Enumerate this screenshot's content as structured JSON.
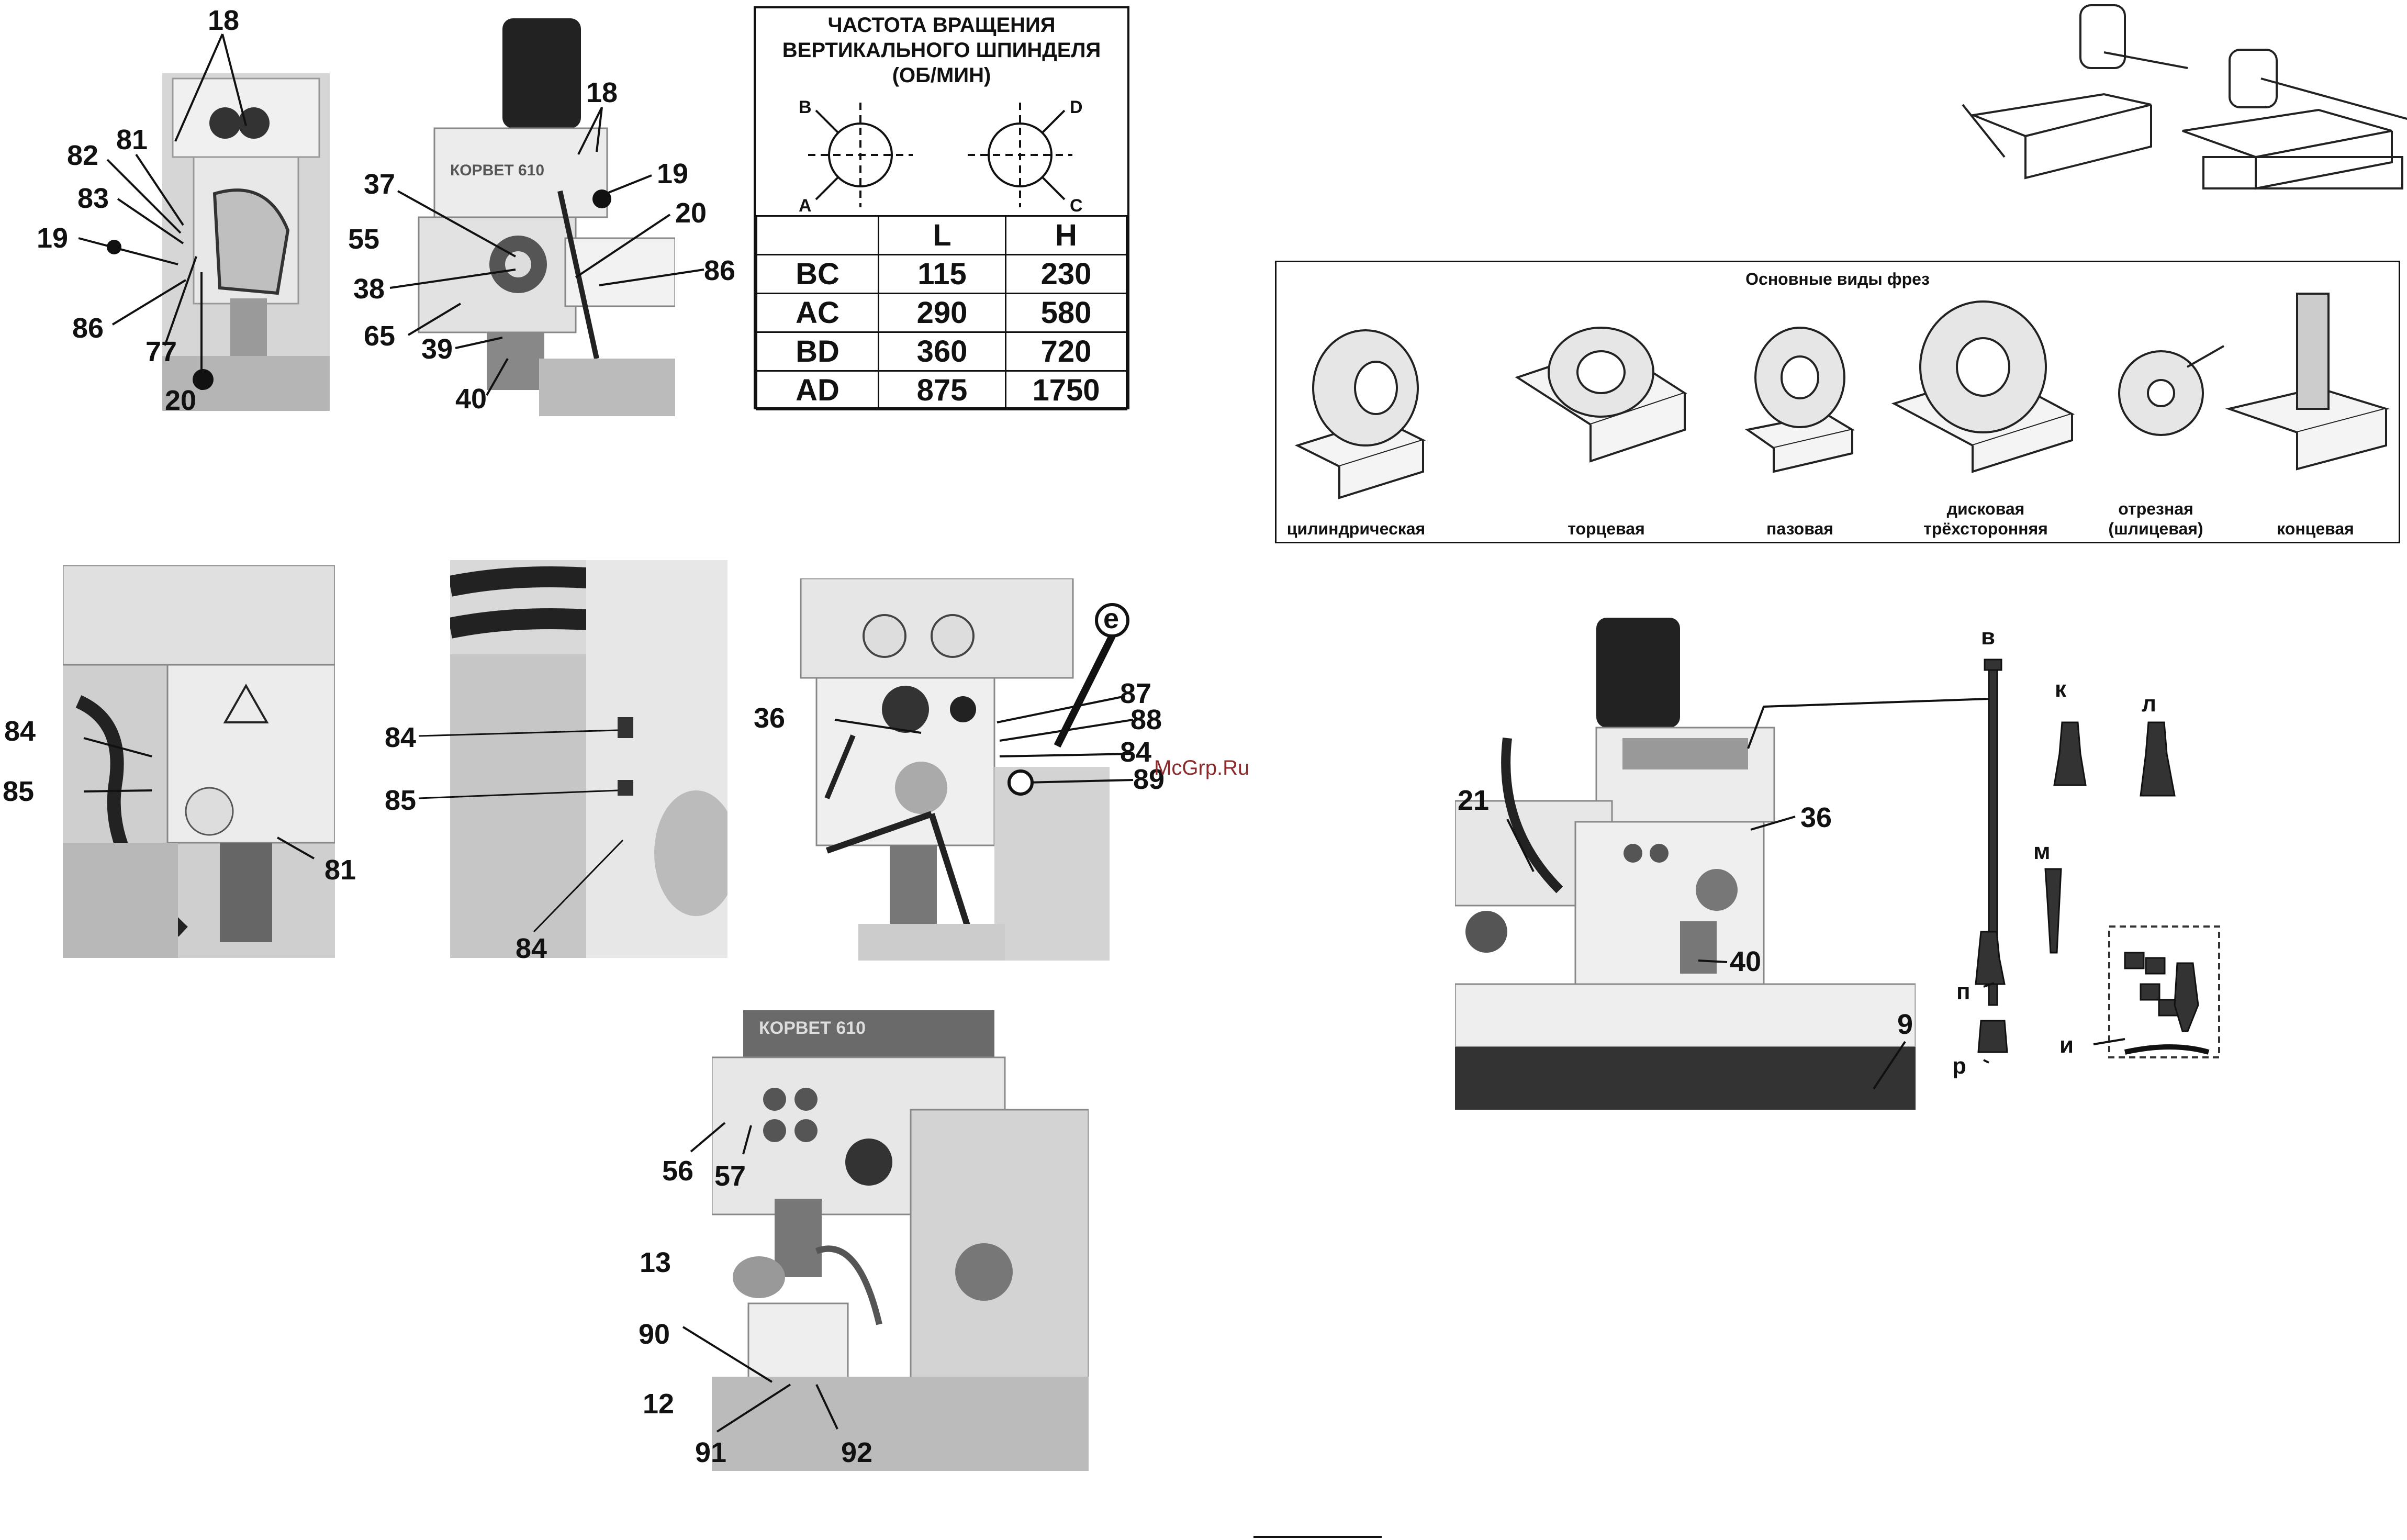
{
  "fig1": {
    "labels": {
      "l18": "18",
      "l81": "81",
      "l82": "82",
      "l83": "83",
      "l19": "19",
      "l86": "86",
      "l77": "77",
      "l20": "20"
    }
  },
  "fig2": {
    "brand": "КОРВЕТ 610",
    "labels": {
      "l18": "18",
      "l19": "19",
      "l20": "20",
      "l37": "37",
      "l55": "55",
      "l38": "38",
      "l86": "86",
      "l65": "65",
      "l39": "39",
      "l40": "40"
    }
  },
  "speed_table": {
    "title_lines": [
      "ЧАСТОТА ВРАЩЕНИЯ",
      "ВЕРТИКАЛЬНОГО ШПИНДЕЛЯ",
      "(ОБ/МИН)"
    ],
    "dial_left": {
      "top": "B",
      "bottom": "A"
    },
    "dial_right": {
      "top": "D",
      "bottom": "C"
    },
    "header": [
      "",
      "L",
      "H"
    ],
    "rows": [
      {
        "pos": "BC",
        "L": "115",
        "H": "230"
      },
      {
        "pos": "AC",
        "L": "290",
        "H": "580"
      },
      {
        "pos": "BD",
        "L": "360",
        "H": "720"
      },
      {
        "pos": "AD",
        "L": "875",
        "H": "1750"
      }
    ]
  },
  "cutters": {
    "title": "Основные виды фрез",
    "names": {
      "c1": "цилиндрическая",
      "c2": "торцевая",
      "c3": "пазовая",
      "c4a": "дисковая",
      "c4b": "трёхсторонняя",
      "c5a": "отрезная",
      "c5b": "(шлицевая)",
      "c6": "концевая"
    }
  },
  "fig3": {
    "labels": {
      "l84": "84",
      "l85": "85",
      "l81": "81"
    }
  },
  "fig4": {
    "labels": {
      "l84a": "84",
      "l85": "85",
      "l84b": "84"
    }
  },
  "fig5": {
    "labels": {
      "le": "е",
      "l36": "36",
      "l87": "87",
      "l88": "88",
      "l84": "84",
      "l89": "89"
    }
  },
  "watermark": "McGrp.Ru",
  "fig6": {
    "labels": {
      "l56": "56",
      "l57": "57",
      "l13": "13",
      "l90": "90",
      "l12": "12",
      "l91": "91",
      "l92": "92"
    }
  },
  "fig7": {
    "labels": {
      "l21": "21",
      "l36": "36",
      "l40": "40",
      "l9": "9"
    }
  },
  "accessories": {
    "labels": {
      "v": "в",
      "k": "к",
      "l": "л",
      "m": "м",
      "p": "п",
      "r": "р",
      "i": "и"
    }
  },
  "colors": {
    "ink": "#111111",
    "photo_bg": "#cfcfcf",
    "machine_light": "#ececec",
    "machine_dark": "#2a2a2a",
    "watermark": "#8b2a2a"
  }
}
